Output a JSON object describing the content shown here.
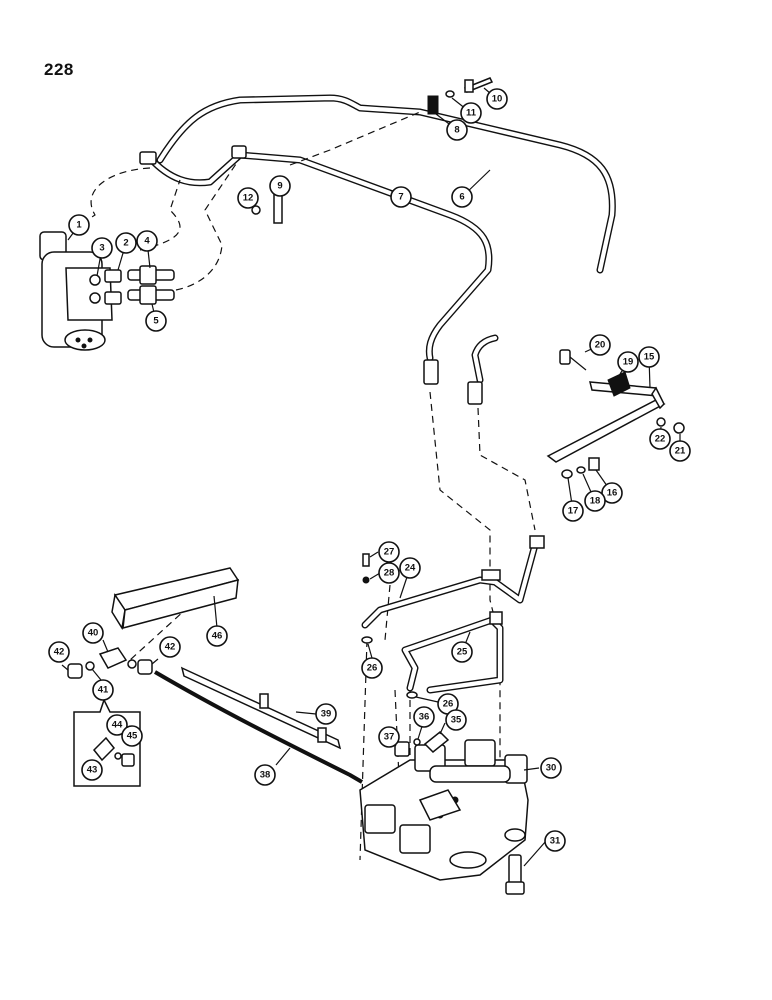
{
  "page": {
    "number": "228"
  },
  "callouts": [
    {
      "label": "1"
    },
    {
      "label": "2"
    },
    {
      "label": "3"
    },
    {
      "label": "4"
    },
    {
      "label": "5"
    },
    {
      "label": "6"
    },
    {
      "label": "7"
    },
    {
      "label": "8"
    },
    {
      "label": "9"
    },
    {
      "label": "10"
    },
    {
      "label": "11"
    },
    {
      "label": "12"
    },
    {
      "label": "15"
    },
    {
      "label": "16"
    },
    {
      "label": "17"
    },
    {
      "label": "18"
    },
    {
      "label": "19"
    },
    {
      "label": "20"
    },
    {
      "label": "21"
    },
    {
      "label": "22"
    },
    {
      "label": "24"
    },
    {
      "label": "25"
    },
    {
      "label": "26"
    },
    {
      "label": "26"
    },
    {
      "label": "27"
    },
    {
      "label": "28"
    },
    {
      "label": "30"
    },
    {
      "label": "31"
    },
    {
      "label": "35"
    },
    {
      "label": "36"
    },
    {
      "label": "37"
    },
    {
      "label": "38"
    },
    {
      "label": "39"
    },
    {
      "label": "40"
    },
    {
      "label": "41"
    },
    {
      "label": "42"
    },
    {
      "label": "42"
    },
    {
      "label": "43"
    },
    {
      "label": "44"
    },
    {
      "label": "45"
    },
    {
      "label": "46"
    }
  ]
}
